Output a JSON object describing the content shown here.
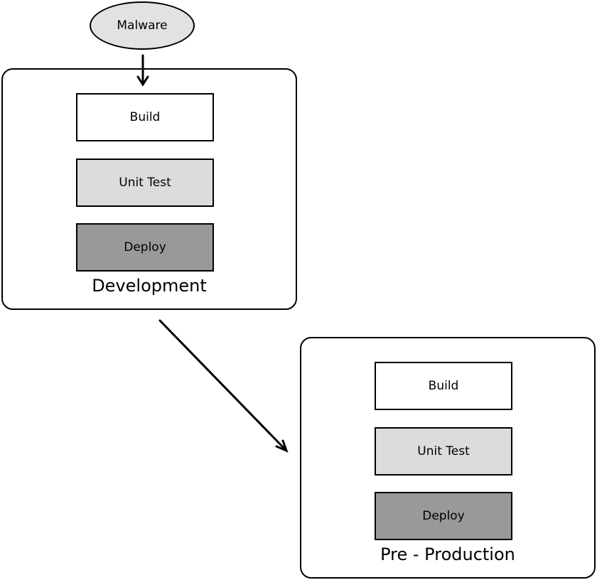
{
  "source": {
    "label": "Malware",
    "fill": "#e2e2e2"
  },
  "stages": {
    "development": {
      "label": "Development",
      "steps": [
        {
          "label": "Build",
          "fill": "#ffffff"
        },
        {
          "label": "Unit Test",
          "fill": "#dcdcdc"
        },
        {
          "label": "Deploy",
          "fill": "#999999"
        }
      ]
    },
    "preproduction": {
      "label": "Pre - Production",
      "steps": [
        {
          "label": "Build",
          "fill": "#ffffff"
        },
        {
          "label": "Unit Test",
          "fill": "#dcdcdc"
        },
        {
          "label": "Deploy",
          "fill": "#999999"
        }
      ]
    }
  }
}
